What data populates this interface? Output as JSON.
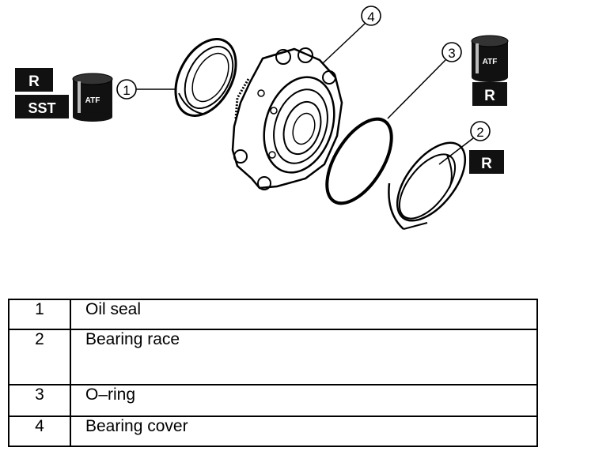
{
  "diagram": {
    "labels": {
      "reman": "R",
      "sst": "SST",
      "atf": "ATF"
    },
    "callouts": [
      "1",
      "2",
      "3",
      "4"
    ]
  },
  "parts": [
    {
      "no": "1",
      "name": "Oil seal"
    },
    {
      "no": "2",
      "name": "Bearing race"
    },
    {
      "no": "3",
      "name": "O–ring"
    },
    {
      "no": "4",
      "name": "Bearing cover"
    }
  ]
}
